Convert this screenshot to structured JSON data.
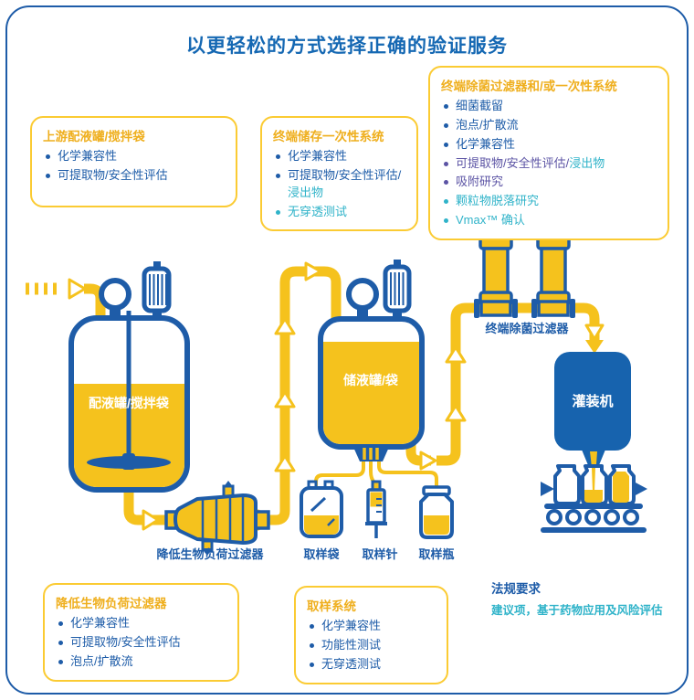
{
  "title": "以更轻松的方式选择正确的验证服务",
  "colors": {
    "blue": "#1E5CA8",
    "title_blue": "#1568B3",
    "yellow": "#F5C21D",
    "box_border": "#FBCB33",
    "header_yellow": "#EFAF1E",
    "cyan": "#2FB3C9",
    "purple": "#5B53A4",
    "machine_blue": "#1763AE"
  },
  "boxes": {
    "upstream": {
      "title": "上游配液罐/搅拌袋",
      "items": [
        [
          {
            "text": "化学兼容性",
            "color": "blue"
          }
        ],
        [
          {
            "text": "可提取物/安全性评估",
            "color": "blue"
          }
        ]
      ]
    },
    "final_storage": {
      "title": "终端储存一次性系统",
      "items": [
        [
          {
            "text": "化学兼容性",
            "color": "blue"
          }
        ],
        [
          {
            "text": "可提取物/安全性评估/",
            "color": "blue"
          },
          {
            "text": "浸出物",
            "color": "cyan"
          }
        ],
        [
          {
            "text": "无穿透测试",
            "color": "cyan"
          }
        ]
      ]
    },
    "final_filter": {
      "title": "终端除菌过滤器和/或一次性系统",
      "items": [
        [
          {
            "text": "细菌截留",
            "color": "blue"
          }
        ],
        [
          {
            "text": "泡点/扩散流",
            "color": "blue"
          }
        ],
        [
          {
            "text": "化学兼容性",
            "color": "blue"
          }
        ],
        [
          {
            "text": "可提取物/安全性评估/",
            "color": "purple"
          },
          {
            "text": "浸出物",
            "color": "cyan"
          }
        ],
        [
          {
            "text": "吸附研究",
            "color": "purple"
          }
        ],
        [
          {
            "text": "颗粒物脱落研究",
            "color": "cyan"
          }
        ],
        [
          {
            "text": "Vmax™ 确认",
            "color": "cyan"
          }
        ]
      ]
    },
    "bioburden": {
      "title": "降低生物负荷过滤器",
      "items": [
        [
          {
            "text": "化学兼容性",
            "color": "blue"
          }
        ],
        [
          {
            "text": "可提取物/安全性评估",
            "color": "blue"
          }
        ],
        [
          {
            "text": "泡点/扩散流",
            "color": "blue"
          }
        ]
      ]
    },
    "sampling": {
      "title": "取样系统",
      "items": [
        [
          {
            "text": "化学兼容性",
            "color": "blue"
          }
        ],
        [
          {
            "text": "功能性测试",
            "color": "blue"
          }
        ],
        [
          {
            "text": "无穿透测试",
            "color": "blue"
          }
        ]
      ]
    }
  },
  "legend": {
    "line1": "法规要求",
    "line2": "建议项，基于药物应用及风险评估"
  },
  "diagram_labels": {
    "mixing_tank": "配液罐/搅拌袋",
    "bioburden_filter": "降低生物负荷过滤器",
    "storage_tank": "储液罐/袋",
    "sampling_bag": "取样袋",
    "sampling_needle": "取样针",
    "sampling_bottle": "取样瓶",
    "sterilizing_filter": "终端除菌过滤器",
    "filling_machine": "灌装机"
  }
}
